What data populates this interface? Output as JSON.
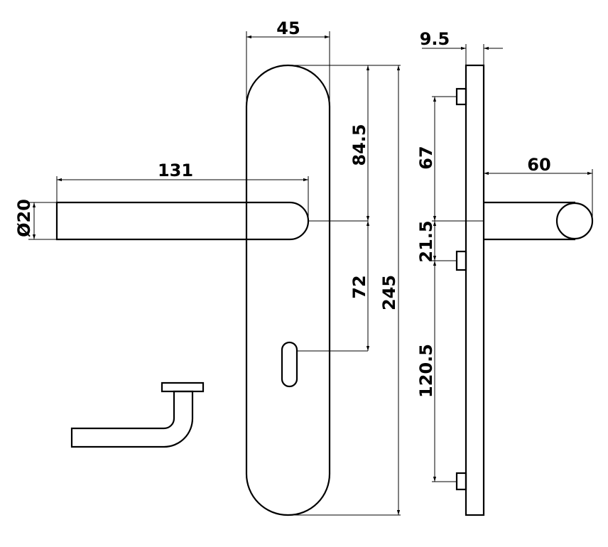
{
  "diagram": {
    "title": "",
    "dimensions": {
      "plate_width": "45",
      "plate_thickness": "9.5",
      "lever_length": "131",
      "lever_diameter": "Ø20",
      "lever_projection": "60",
      "top_to_lever": "84.5",
      "lever_to_keyhole": "72",
      "plate_height": "245",
      "top_screw_to_lever": "67",
      "lever_to_mid_screw": "21.5",
      "mid_to_bottom_screw": "120.5"
    }
  }
}
